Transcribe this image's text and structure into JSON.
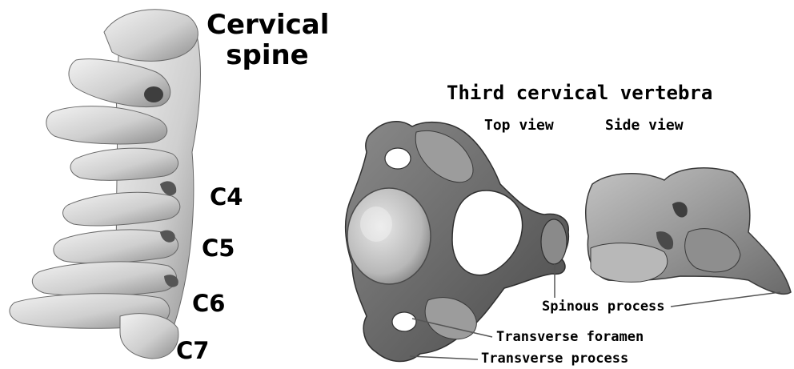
{
  "spine": {
    "title_line1": "Cervical",
    "title_line2": "spine",
    "levels": [
      "C4",
      "C5",
      "C6",
      "C7"
    ]
  },
  "vertebra": {
    "title": "Third cervical vertebra",
    "top_view": "Top view",
    "side_view": "Side view",
    "callouts": {
      "spinous": "Spinous process",
      "foramen": "Transverse foramen",
      "process": "Transverse process"
    }
  },
  "colors": {
    "bone_light": "#e6e6e6",
    "bone_mid": "#a8a8a8",
    "bone_dark": "#5c5c5c",
    "outline": "#3a3a3a"
  }
}
